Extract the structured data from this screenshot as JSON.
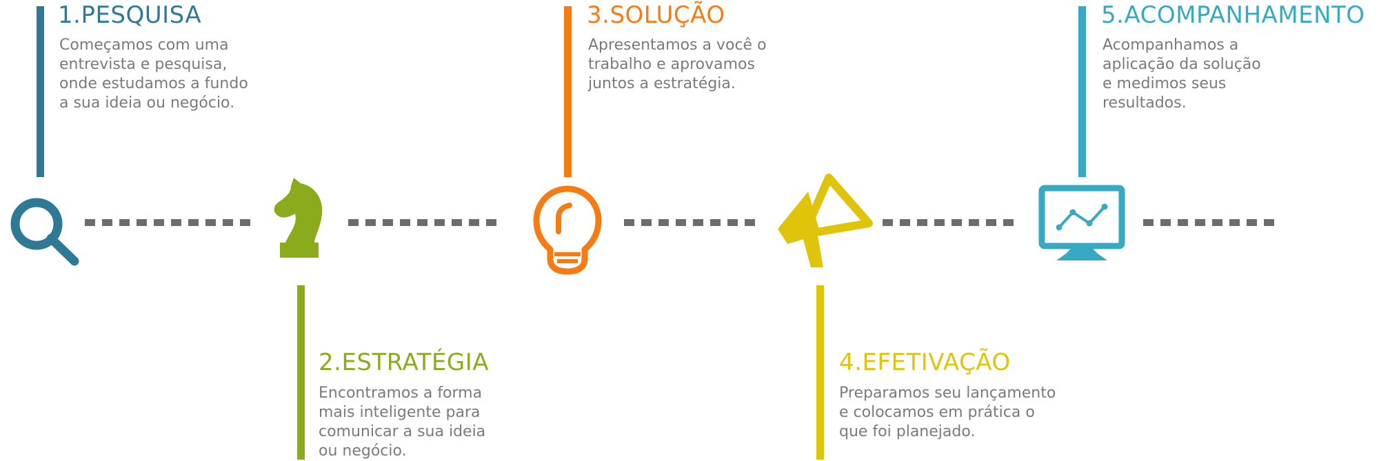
{
  "colors": {
    "step1": "#2e7a96",
    "step2": "#8aab1c",
    "step3": "#f57c14",
    "step4": "#e0c40c",
    "step5": "#38a9c3",
    "dots": "#6c6c6c",
    "text": "#7a7a7a"
  },
  "steps": [
    {
      "title": "1.PESQUISA",
      "icon": "search-icon",
      "lines": [
        "Começamos com uma",
        "entrevista e pesquisa,",
        "onde estudamos a fundo",
        "a sua ideia ou negócio."
      ]
    },
    {
      "title": "2.ESTRATÉGIA",
      "icon": "chess-knight-icon",
      "lines": [
        "Encontramos a forma",
        "mais inteligente para",
        "comunicar a sua ideia",
        "ou negócio."
      ]
    },
    {
      "title": "3.SOLUÇÃO",
      "icon": "lightbulb-icon",
      "lines": [
        "Apresentamos a você o",
        "trabalho e aprovamos",
        "juntos a estratégia."
      ]
    },
    {
      "title": "4.EFETIVAÇÃO",
      "icon": "megaphone-icon",
      "lines": [
        "Preparamos seu lançamento",
        "e colocamos em prática o",
        "que foi planejado."
      ]
    },
    {
      "title": "5.ACOMPANHAMENTO",
      "icon": "monitor-chart-icon",
      "lines": [
        "Acompanhamos a",
        "aplicação da solução",
        "e medimos seus",
        "resultados."
      ]
    }
  ]
}
